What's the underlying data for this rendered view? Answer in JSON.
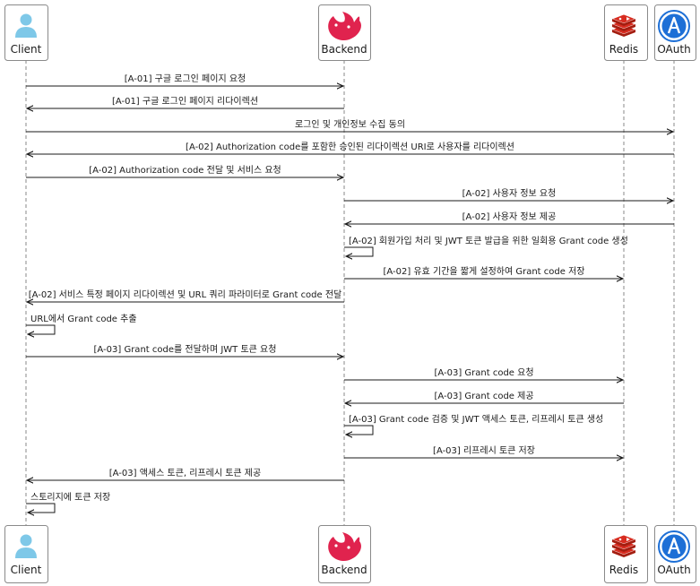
{
  "participants": [
    {
      "id": "client",
      "label": "Client",
      "icon": "user-icon"
    },
    {
      "id": "backend",
      "label": "Backend",
      "icon": "nestjs-logo-icon"
    },
    {
      "id": "redis",
      "label": "Redis",
      "icon": "redis-logo-icon"
    },
    {
      "id": "oauth",
      "label": "OAuth",
      "icon": "oauth-badge-icon"
    }
  ],
  "messages": [
    {
      "from": "client",
      "to": "backend",
      "label": "[A-01] 구글 로그인 페이지 요청"
    },
    {
      "from": "backend",
      "to": "client",
      "label": "[A-01] 구글 로그인 페이지 리다이렉션"
    },
    {
      "from": "client",
      "to": "oauth",
      "label": "로그인 및 개인정보 수집 동의"
    },
    {
      "from": "oauth",
      "to": "client",
      "label": "[A-02] Authorization code를 포함한 승인된 리다이렉션 URI로 사용자를 리다이렉션"
    },
    {
      "from": "client",
      "to": "backend",
      "label": "[A-02] Authorization code 전달 및 서비스 요청"
    },
    {
      "from": "backend",
      "to": "oauth",
      "label": "[A-02] 사용자 정보 요청"
    },
    {
      "from": "oauth",
      "to": "backend",
      "label": "[A-02] 사용자 정보 제공"
    },
    {
      "from": "backend",
      "to": "backend",
      "label": "[A-02] 회원가입 처리 및 JWT 토큰 발급을 위한 일회용 Grant code 생성"
    },
    {
      "from": "backend",
      "to": "redis",
      "label": "[A-02] 유효 기간을 짧게 설정하여 Grant code 저장"
    },
    {
      "from": "backend",
      "to": "client",
      "label": "[A-02] 서비스 특정 페이지 리다이렉션 및 URL 쿼리 파라미터로 Grant code 전달"
    },
    {
      "from": "client",
      "to": "client",
      "label": "URL에서 Grant code 추출"
    },
    {
      "from": "client",
      "to": "backend",
      "label": "[A-03] Grant code를 전달하며 JWT 토큰 요청"
    },
    {
      "from": "backend",
      "to": "redis",
      "label": "[A-03] Grant code 요청"
    },
    {
      "from": "redis",
      "to": "backend",
      "label": "[A-03] Grant code 제공"
    },
    {
      "from": "backend",
      "to": "backend",
      "label": "[A-03] Grant code 검증 및 JWT 액세스 토큰, 리프레시 토큰 생성"
    },
    {
      "from": "backend",
      "to": "redis",
      "label": "[A-03] 리프레시 토큰 저장"
    },
    {
      "from": "backend",
      "to": "client",
      "label": "[A-03] 액세스 토큰, 리프레시 토큰 제공"
    },
    {
      "from": "client",
      "to": "client",
      "label": "스토리지에 토큰 저장"
    }
  ],
  "colors": {
    "box_border": "#8a8a8a",
    "lifeline": "#8a8a8a",
    "arrow": "#1a1a1a",
    "user_icon": "#7ec8e8",
    "nestjs_red": "#e0234e",
    "redis_red": "#d82c20",
    "oauth_blue": "#1d6fd6"
  }
}
